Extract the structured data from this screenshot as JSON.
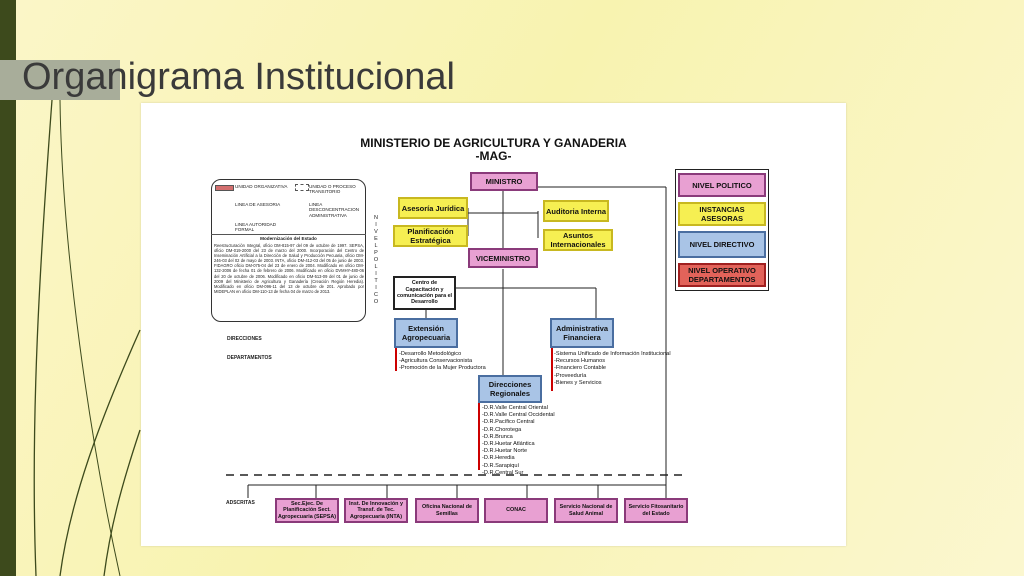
{
  "slide_title": "Organigrama Institucional",
  "chart": {
    "title_line1": "MINISTERIO DE AGRICULTURA Y GANADERIA",
    "title_line2": "-MAG-",
    "ministro": "MINISTRO",
    "viceministro": "VICEMINISTRO",
    "asesoria": "Asesoría Jurídica",
    "planificacion": "Planificación Estratégica",
    "auditoria": "Auditoria Interna",
    "asuntos": "Asuntos Internacionales",
    "centro": "Centro de Capacitación y comunicación para el Desarrollo",
    "extension": "Extensión Agropecuaria",
    "administrativa": "Administrativa Financiera",
    "direcciones_regionales": "Direcciones Regionales",
    "extension_items": [
      "Desarrollo Metodológico",
      "Agricultura Conservacionista",
      "Promoción de la Mujer Productora"
    ],
    "admin_items": [
      "Sistema Unificado de Información Institucional",
      "Recursos Humanos",
      "Financiero Contable",
      "Proveeduría",
      "Bienes y Servicios"
    ],
    "regional_items": [
      "D.R.Valle Central Oriental",
      "D.R.Valle Central Occidental",
      "D.R.Pacífico Central",
      "D.R.Chorotega",
      "D.R.Brunca",
      "D.R.Huetar Atlántica",
      "D.R.Huetar Norte",
      "D.R.Heredia",
      "D.R.Sarapiquí",
      "D.R.Central Sur"
    ],
    "nivel_politico_vertical": "NIVEL POLITICO",
    "label_direcciones": "DIRECCIONES",
    "label_departamentos": "DEPARTAMENTOS",
    "label_adscritas": "ADSCRITAS",
    "adscritas": [
      "Sec.Ejec. De Planificación Sect. Agropecuaria (SEPSA)",
      "Inst. De Innovación y Transf. de Tec. Agropecuaria (INTA)",
      "Oficina Nacional de Semillas",
      "CONAC",
      "Servicio Nacional de Salud Animal",
      "Servicio Fitosanitario del Estado"
    ]
  },
  "legend": {
    "unidad_organizativa": "UNIDAD ORGANIZATIVA",
    "unidad_transitorio": "UNIDAD O PROCESO TRANSITORIO",
    "linea_asesoria": "LINEA DE ASESORIA",
    "linea_desconcentracion": "LINEA DESCONCENTRACION ADMINISTRATIVA",
    "linea_autoridad": "LINEA AUTORIDAD FORMAL",
    "modernizacion_title": "Modernización del Estado",
    "modernizacion_text": "Reestructuración Integral, oficio DM-815-97 del 09 de octubre de 1997. SEPSA, oficio DM-019-2000 del 23 de marzo del 2000. Incorporación del Centro de Inseminación Artificial a la Dirección de Salud y Producción Pecuaria, oficio DM-246-03 del 02 de mayo de 2003. INTA, oficio DM-412-03 del 05 de junio de 2003. FIDAGRO oficio DM-075-04 del 23 de enero de 2004. Modificado en oficio DM-132-2006 de fecha 01 de febrero de 2006. Modificado en oficio DVMHY-480-06 del 20 de octubre de 2006. Modificado en oficio DM-513-09 del 01 de junio de 2009 del Ministerio de Agricultura y Ganadería (Creación Región Heredia). Modificado en oficio DM-096-11 del 13 de octubre de 201. Aprobado por MIDEPLAN en oficio DM-110-13 de fecha 04 de marzo de 2013."
  },
  "key": {
    "nivel_politico": "NIVEL POLITICO",
    "instancias_asesoras": "INSTANCIAS ASESORAS",
    "nivel_directivo": "NIVEL DIRECTIVO",
    "nivel_operativo": "NIVEL OPERATIVO DEPARTAMENTOS"
  },
  "colors": {
    "pink": "#e8a0d2",
    "yellow": "#f6ef52",
    "blue": "#a9c4e6",
    "red": "#e2635a",
    "sidebar": "#3d4a1c"
  }
}
